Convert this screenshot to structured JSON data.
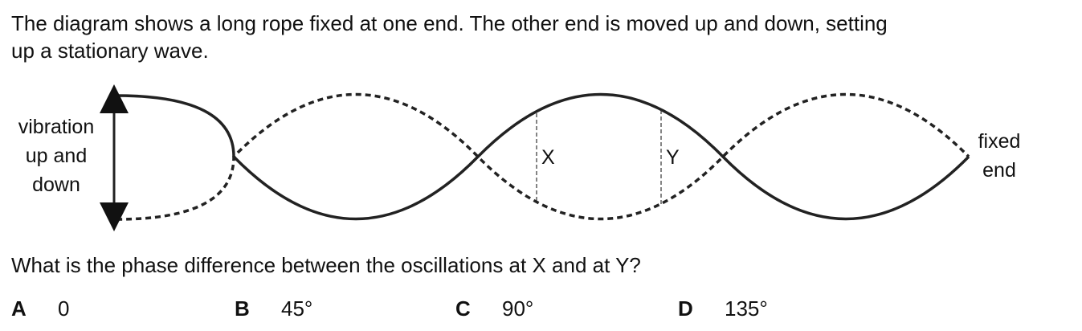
{
  "intro": {
    "line1": "The diagram shows a long rope fixed at one end. The other end is moved up and down, setting",
    "line2": "up a stationary wave."
  },
  "diagram": {
    "left_label": [
      "vibration",
      "up and",
      "down"
    ],
    "right_label": [
      "fixed",
      "end"
    ],
    "point_x": "X",
    "point_y": "Y"
  },
  "question": "What is the phase difference between the oscillations at X and at Y?",
  "options": [
    {
      "letter": "A",
      "value": "0"
    },
    {
      "letter": "B",
      "value": "45°"
    },
    {
      "letter": "C",
      "value": "90°"
    },
    {
      "letter": "D",
      "value": "135°"
    }
  ]
}
